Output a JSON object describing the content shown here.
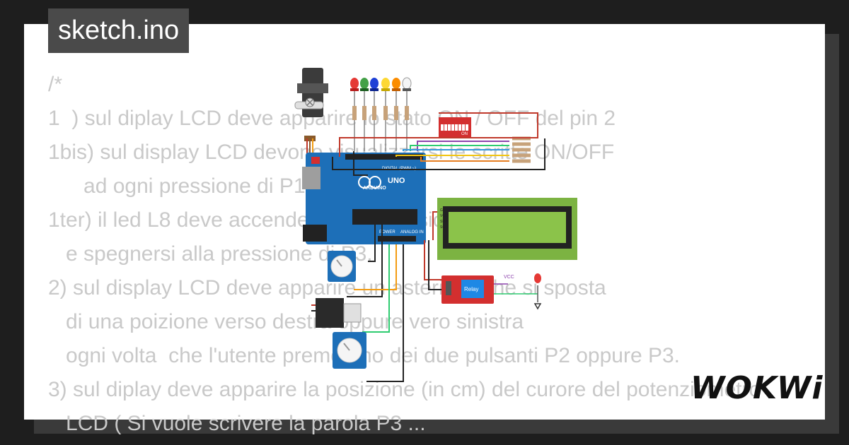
{
  "project": {
    "title": "sketch.ino"
  },
  "code_lines": [
    "/*",
    "1  ) sul diplay LCD deve apparire lo stato ON / OFF del pin 2",
    "1bis) sul display LCD devono visualizzarsi le scritte ON/OFF",
    "      ad ogni pressione di P1",
    "1ter) il led L8 deve accendersi alla pressione di P2.",
    "   e spegnersi alla pressione di P3.",
    "2) sul display LCD deve apparire un asterisco che si sposta",
    "   di una poizione verso destra oppure vero sinistra",
    "   ogni volta  che l'utente preme uno dei due pulsanti P2 oppure P3.",
    "3) sul diplay deve apparire la posizione (in cm) del curore del potenziometro",
    "   LCD ( Si vuole scrivere la parola P3 ..."
  ],
  "board": {
    "brand": "ARDUINO",
    "model": "UNO",
    "digital_label": "DIGITAL (PWM ~)",
    "power_label": "POWER",
    "analog_label": "ANALOG IN"
  },
  "dip_switch": {
    "on_label": "ON"
  },
  "lcd_pins": [
    "GND",
    "VCC",
    "SDA",
    "SCL"
  ],
  "relay": {
    "label": "Relay",
    "vcc_label": "VCC"
  },
  "branding": {
    "logo_text": "WOKWi"
  },
  "colors": {
    "background": "#1e1e1e",
    "frame": "#ffffff",
    "code_text": "#c9c9c9",
    "board": "#1d6fb8",
    "lcd": "#7cb342",
    "lcd_screen": "#8bc34a",
    "relay": "#d32f2f"
  },
  "icons": [
    "servo-icon",
    "led-icon",
    "potentiometer-icon",
    "ground-icon"
  ]
}
